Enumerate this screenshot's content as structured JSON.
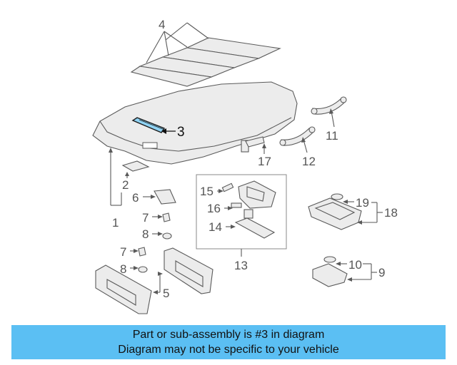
{
  "callouts": {
    "c1": "1",
    "c2": "2",
    "c3": "3",
    "c4": "4",
    "c5": "5",
    "c6": "6",
    "c7": "7",
    "c8": "8",
    "c9": "9",
    "c10": "10",
    "c11": "11",
    "c12": "12",
    "c13": "13",
    "c14": "14",
    "c15": "15",
    "c16": "16",
    "c17": "17",
    "c18": "18",
    "c19": "19"
  },
  "banner": {
    "line1": "Part or sub-assembly is #3 in diagram",
    "line2": "Diagram may not be specific to your vehicle"
  },
  "colors": {
    "banner": "#5bbff3",
    "highlight": "#8fd3f4"
  }
}
